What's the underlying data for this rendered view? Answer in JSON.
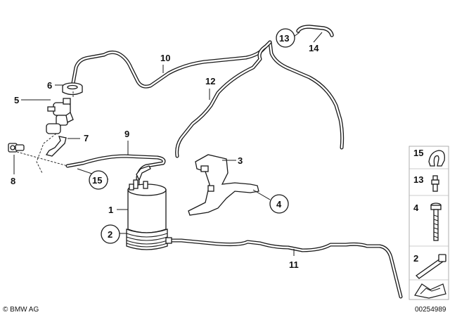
{
  "diagram": {
    "callouts": [
      {
        "id": "1",
        "text": "1"
      },
      {
        "id": "2",
        "text": "2"
      },
      {
        "id": "3",
        "text": "3"
      },
      {
        "id": "4",
        "text": "4"
      },
      {
        "id": "5",
        "text": "5"
      },
      {
        "id": "6",
        "text": "6"
      },
      {
        "id": "7",
        "text": "7"
      },
      {
        "id": "8",
        "text": "8"
      },
      {
        "id": "9",
        "text": "9"
      },
      {
        "id": "10",
        "text": "10"
      },
      {
        "id": "11",
        "text": "11"
      },
      {
        "id": "12",
        "text": "12"
      },
      {
        "id": "13",
        "text": "13"
      },
      {
        "id": "14",
        "text": "14"
      },
      {
        "id": "15",
        "text": "15"
      }
    ],
    "side_panel": [
      "15",
      "13",
      "4",
      "2"
    ]
  },
  "footer": {
    "copyright": "© BMW AG",
    "diagram_number": "00254989"
  }
}
